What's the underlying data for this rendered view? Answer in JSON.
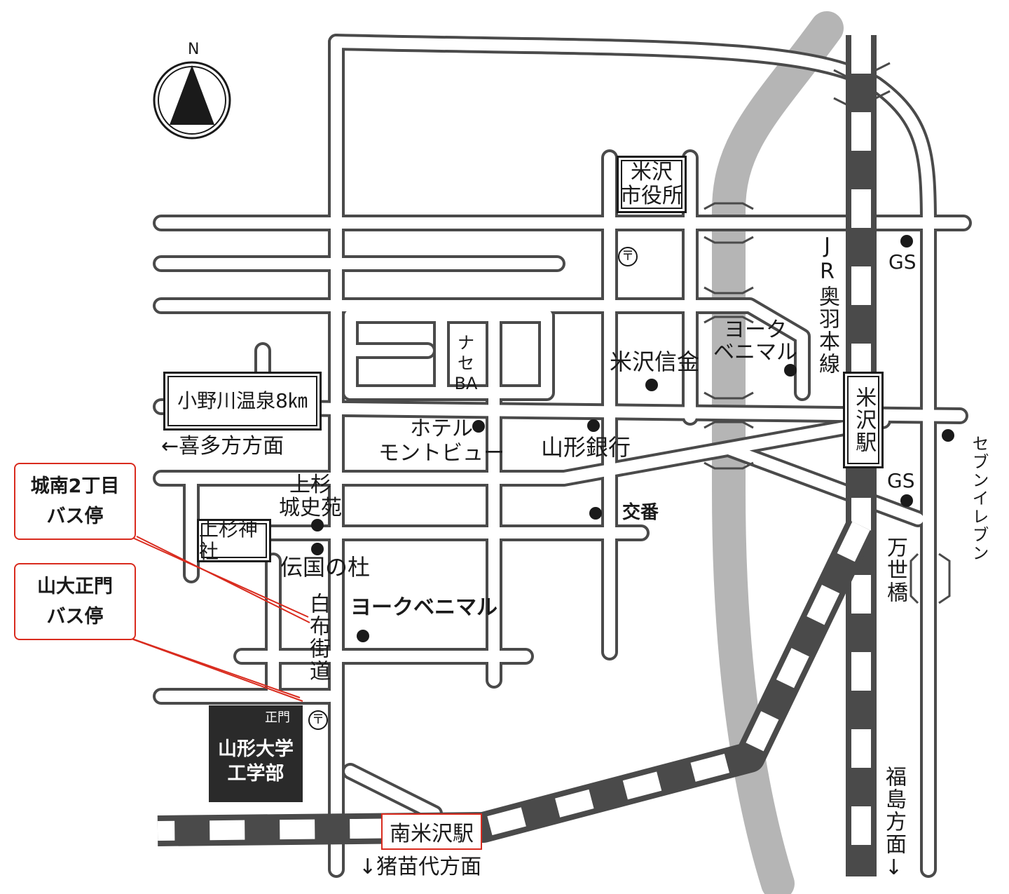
{
  "compass": {
    "label": "N"
  },
  "landmarks": {
    "city_hall": [
      "米沢",
      "市役所"
    ],
    "nase_ba": [
      "ナ",
      "セ",
      "BA"
    ],
    "onogawa": "小野川温泉8㎞",
    "kita_direction": "←喜多方方面",
    "hotel": [
      "ホテル",
      "モントビュー"
    ],
    "yamagata_bank": "山形銀行",
    "yonezawa_shinkin": "米沢信金",
    "york_benimaru_1": [
      "ヨーク",
      "ベニマル"
    ],
    "uesugi_joshien": [
      "上杉",
      "城史苑"
    ],
    "uesugi_shrine": "上杉神社",
    "denkoku": "伝国の杜",
    "koban": "交番",
    "york_benimaru_2": "ヨークベニマル",
    "shirofu_kaido": "白布街道",
    "jr_line": "JR奥羽本線",
    "yonezawa_station": "米沢駅",
    "gs_1": "GS",
    "gs_2": "GS",
    "seven_eleven": "セブンイレブン",
    "mansei_bridge": "万世橋",
    "fukushima_direction": "福島方面↓",
    "minami_yonezawa": "南米沢駅",
    "inawashiro_direction": "↓猪苗代方面",
    "main_gate": "正門",
    "university": [
      "山形大学",
      "工学部"
    ]
  },
  "callouts": {
    "jonan": [
      "城南2丁目",
      "バス停"
    ],
    "yamadai": [
      "山大正門",
      "バス停"
    ]
  },
  "colors": {
    "road_outline": "#4a4a4a",
    "river": "#b5b5b5",
    "rail_dark": "#4a4a4a",
    "callout_border": "#d92b1e",
    "university_block": "#2a2a2a"
  }
}
